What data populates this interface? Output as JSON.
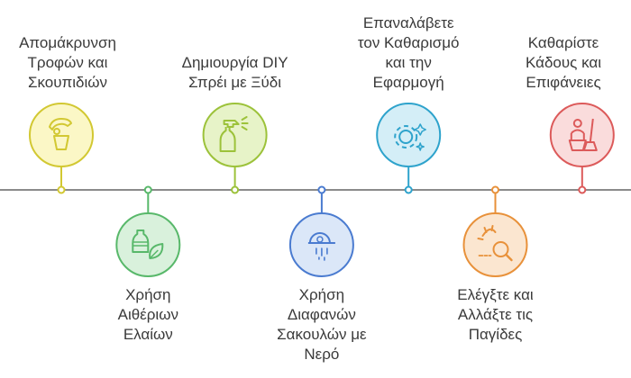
{
  "timeline": {
    "line_color": "#8a8a8a",
    "steps": [
      {
        "label": "Απομάκρυνση\nΤροφών και\nΣκουπιδιών",
        "position": "top",
        "color": "#d2c832",
        "fill": "#fbf7c6",
        "icon": "hand-cup-icon"
      },
      {
        "label": "Χρήση\nΑιθέριων\nΕλαίων",
        "position": "bottom",
        "color": "#58b86a",
        "fill": "#d9f1dc",
        "icon": "oil-leaf-icon"
      },
      {
        "label": "Δημιουργία DIY\nΣπρέι με Ξύδι",
        "position": "top",
        "color": "#9cc23a",
        "fill": "#e7f3c8",
        "icon": "spray-bottle-icon"
      },
      {
        "label": "Χρήση\nΔιαφανών\nΣακουλών με\nΝερό",
        "position": "bottom",
        "color": "#4a7bd0",
        "fill": "#dbe7f8",
        "icon": "water-bag-icon"
      },
      {
        "label": "Επαναλάβετε\nτον Καθαρισμό\nκαι την\nΕφαρμογή",
        "position": "top",
        "color": "#2ea3cc",
        "fill": "#d4eef7",
        "icon": "gear-sparkle-icon"
      },
      {
        "label": "Ελέγξτε και\nΑλλάξτε τις\nΠαγίδες",
        "position": "bottom",
        "color": "#e8913a",
        "fill": "#fbe6d0",
        "icon": "trap-magnifier-icon"
      },
      {
        "label": "Καθαρίστε\nΚάδους και\nΕπιφάνειες",
        "position": "top",
        "color": "#dc5a5a",
        "fill": "#fadcdc",
        "icon": "cleaner-icon"
      }
    ]
  }
}
